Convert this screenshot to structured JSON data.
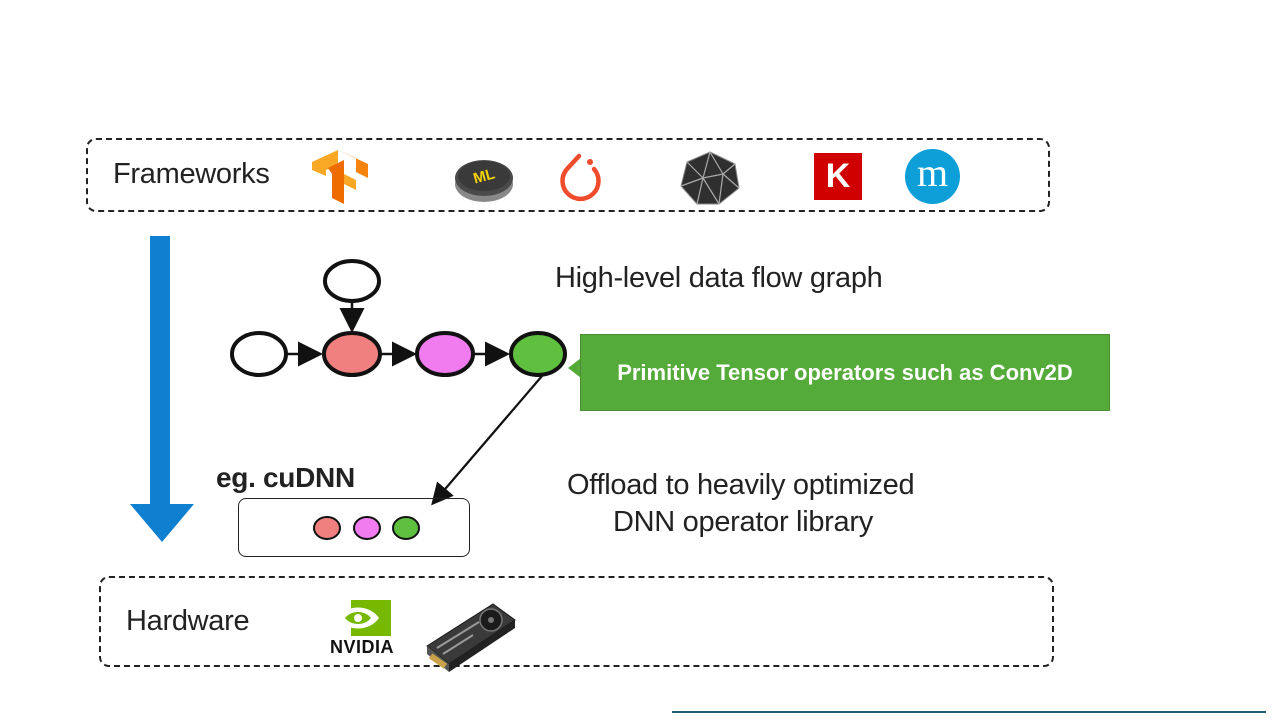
{
  "frameworks": {
    "label": "Frameworks",
    "logos": [
      {
        "name": "tensorflow",
        "icon": "tensorflow-icon",
        "color": "#f58f1e"
      },
      {
        "name": "coreml",
        "icon": "coreml-icon",
        "color": "#4a4a4a",
        "text": "ML"
      },
      {
        "name": "pytorch",
        "icon": "pytorch-icon",
        "color": "#ee4c2c"
      },
      {
        "name": "onnx-like",
        "icon": "polyhedron-icon",
        "color": "#3a3a3a"
      },
      {
        "name": "keras",
        "icon": "keras-icon",
        "color": "#d00000",
        "text": "K"
      },
      {
        "name": "mxnet",
        "icon": "mxnet-icon",
        "color": "#0e9fd8",
        "text": "m"
      }
    ]
  },
  "graph": {
    "title": "High-level data flow graph",
    "node_colors": {
      "input": "#ffffff",
      "conv": "#f08080",
      "op2": "#f07cf0",
      "op3": "#5fbf3f"
    }
  },
  "callout": {
    "text": "Primitive Tensor operators such as Conv2D",
    "color": "#55ab3a"
  },
  "library": {
    "label": "eg. cuDNN",
    "description_line1": "Offload to heavily optimized",
    "description_line2": "DNN operator library"
  },
  "hardware": {
    "label": "Hardware",
    "brand_text": "NVIDIA",
    "brand_color": "#76b900"
  },
  "arrow_color": "#0f7fcf"
}
